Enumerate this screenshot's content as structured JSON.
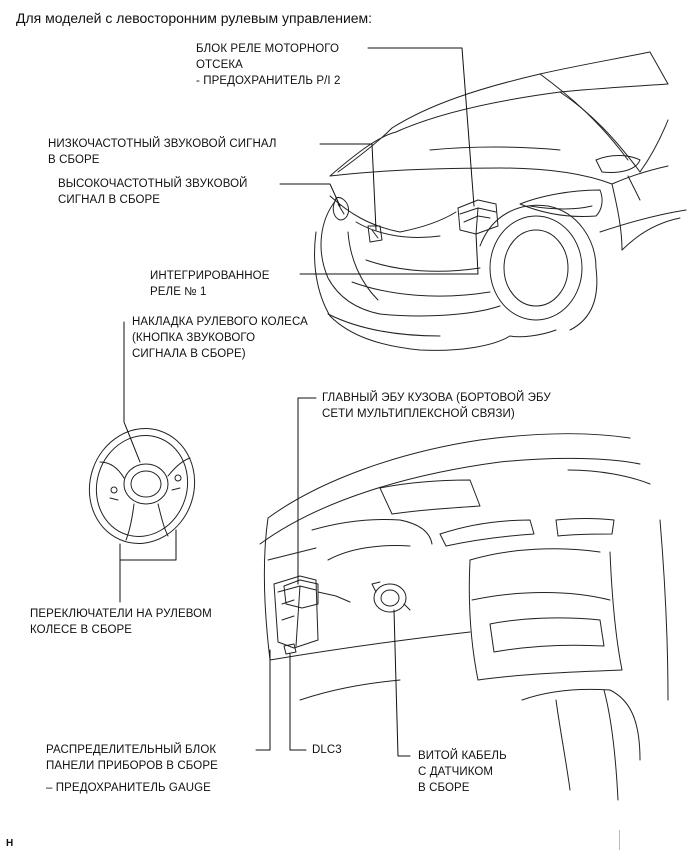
{
  "title": "Для моделей с левосторонним рулевым управлением:",
  "labels": {
    "relay_block": "БЛОК РЕЛЕ МОТОРНОГО\nОТСЕКА\n- ПРЕДОХРАНИТЕЛЬ P/I 2",
    "low_horn": "НИЗКОЧАСТОТНЫЙ ЗВУКОВОЙ СИГНАЛ\nВ СБОРЕ",
    "high_horn": "ВЫСОКОЧАСТОТНЫЙ ЗВУКОВОЙ\nСИГНАЛ В СБОРЕ",
    "integrated_relay": "ИНТЕГРИРОВАННОЕ\nРЕЛЕ № 1",
    "wheel_pad": "НАКЛАДКА РУЛЕВОГО КОЛЕСА\n(КНОПКА ЗВУКОВОГО\nСИГНАЛА В СБОРЕ)",
    "main_ecu": "ГЛАВНЫЙ ЭБУ КУЗОВА (БОРТОВОЙ ЭБУ\nСЕТИ МУЛЬТИПЛЕКСНОЙ СВЯЗИ)",
    "wheel_switches": "ПЕРЕКЛЮЧАТЕЛИ НА РУЛЕВОМ\nКОЛЕСЕ В СБОРЕ",
    "junction_block": "РАСПРЕДЕЛИТЕЛЬНЫЙ БЛОК\nПАНЕЛИ ПРИБОРОВ В СБОРЕ",
    "gauge_fuse": "– ПРЕДОХРАНИТЕЛЬ GAUGE",
    "dlc3": "DLC3",
    "spiral_cable": "ВИТОЙ КАБЕЛЬ\nС ДАТЧИКОМ\nВ СБОРЕ"
  },
  "corner_mark": "H"
}
